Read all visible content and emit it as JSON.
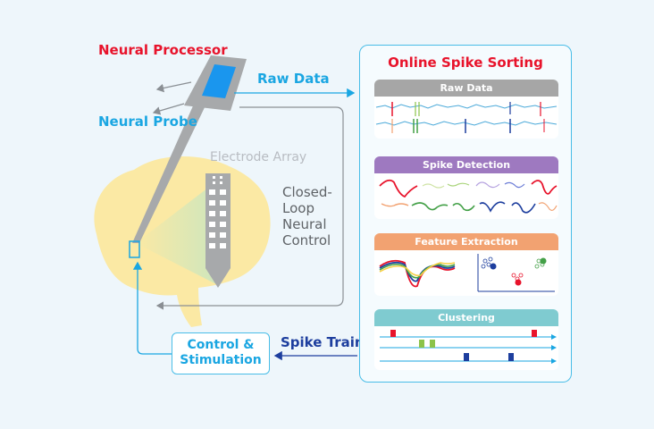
{
  "labels": {
    "neural_processor": "Neural Processor",
    "raw_data": "Raw Data",
    "neural_probe": "Neural Probe",
    "electrode_array": "Electrode Array",
    "closed_loop": "Closed-Loop Neural Control",
    "spike_train": "Spike Train",
    "control_stimulation": "Control & Stimulation"
  },
  "panel": {
    "title": "Online Spike Sorting",
    "sections": [
      {
        "title": "Raw Data",
        "color": "#a6a6a6"
      },
      {
        "title": "Spike Detection",
        "color": "#9e79c0"
      },
      {
        "title": "Feature Extraction",
        "color": "#f2a271"
      },
      {
        "title": "Clustering",
        "color": "#7fcbd0"
      }
    ]
  },
  "colors": {
    "accent_red": "#e8132b",
    "accent_blue": "#1aa6e2",
    "spike_train_navy": "#1d3e9e",
    "brain": "#fbe9a4"
  }
}
